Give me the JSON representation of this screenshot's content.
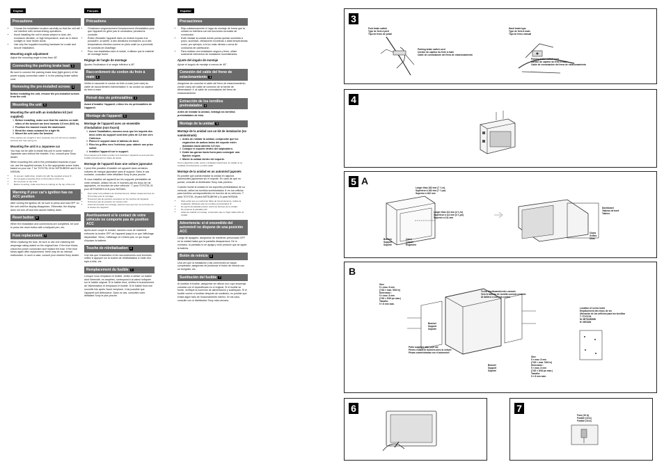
{
  "english": {
    "lang": "English",
    "precautions": {
      "title": "Precautions",
      "items": [
        "Choose the installation location carefully so that the unit will not interfere with normal driving operations.",
        "Avoid installing the unit in areas subject to dust, dirt, excessive vibration, or high temperature, such as in direct sunlight or near heater ducts.",
        "Use only the supplied mounting hardware for a safe and secure installation."
      ]
    },
    "angle": {
      "title": "Mounting angle adjustment",
      "text": "Adjust the mounting angle to less than 45°."
    },
    "parking": {
      "title": "Connecting the parking brake lead",
      "num": "3",
      "text": "Be sure to connect the parking brake lead (light green) of the power supply connection cable ④ to the parking brake switch cord."
    },
    "removing": {
      "title": "Removing the pre-installed screws",
      "num": "4",
      "text": "Before installing the unit, remove the pre-installed screws from the unit."
    },
    "mounting": {
      "title": "Mounting the unit",
      "num": "5",
      "subA": "Mounting the unit with an installation kit (not supplied)",
      "stepsA": [
        "Before installing, make sure that the catches on both sides of the bracket are bent inwards 3.5 mm (5/32 in).",
        "Position the bracket inside the dashboard.",
        "Bend the claws outward for a tight fit.",
        "Mount the unit onto the bracket."
      ],
      "noteA": "If the catches are straight or bent outwards, the unit will not be installed securely and may spring out.",
      "subB": "Mounting the unit in a Japanese car",
      "textB": "You may not be able to install this unit in some makes of Japanese cars without the bracket. If so, consult your Sony dealer.",
      "textB2": "When mounting this unit to the preinstalled brackets of your car, use the supplied screws ⑥ in the appropriate screw holes, based on your car: T for TOYOTA, M for MITSUBISHI and N for NISSAN.",
      "notesB": [
        "To prevent malfunction, install only with the supplied screws ⑥.",
        "Do not apply excessive force to the buttons of the unit.",
        "Do not press on the LCD.",
        "Before mounting, make sure there is nothing on the top of the unit."
      ]
    },
    "acc": {
      "title": "Warning if your car's ignition has no ACC position",
      "text": "After turning the ignition off, be sure to press and hold OFF on the unit until the display disappears. Otherwise, the display does not turn off and this causes battery drain."
    },
    "reset": {
      "title": "Reset button",
      "num": "6",
      "text": "When the installation and connections are completed, be sure to press the reset button with a ballpoint pen, etc."
    },
    "fuse": {
      "title": "Fuse replacement",
      "num": "7",
      "text": "When replacing the fuse, be sure to use one matching the amperage rating stated on the original fuse. If the fuse blows, check the power connection and replace the fuse. If the fuse blows again after replacement, there may be an internal malfunction. In such a case, consult your nearest Sony dealer."
    }
  },
  "francais": {
    "lang": "Français",
    "precautions": {
      "title": "Précautions",
      "items": [
        "Choisissez soigneusement l'emplacement d'installation pour que l'appareil ne gêne pas le conducteur pendant la conduite.",
        "Évitez d'installer l'appareil dans un endroit exposé à la poussière, la saleté, à des vibrations excessives ou à des températeurs élevées comme en plein soleil ou à proximité de conduits de chauffage.",
        "Pour une installation sûre et solide, n'utilisez que le matériel de montage fourni."
      ]
    },
    "angle": {
      "title": "Réglage de l'angle de montage",
      "text": "Ajustez l'inclinaison à un angle inférieur à 45°."
    },
    "parking": {
      "title": "Raccordement du cordon du frein à main",
      "num": "3",
      "text": "Veillez à raccorder le cordon du frein à main (vert clair) du câble de raccordement d'alimentation ④ au cordon du capteur du frein à main."
    },
    "removing": {
      "title": "Retrait des vis préinstallées",
      "num": "4",
      "text": "Avant d'installer l'appareil, retirez les vis préinstallées de l'appareil."
    },
    "mounting": {
      "title": "Montage de l'appareil",
      "num": "5",
      "subA": "Montage de l'appareil avec un ensemble d'installation (non fourni)",
      "stepsA": [
        "Avant l'installation, assurez-vous que les loquets des deux côtés du support sont bien pliés de 3,5 mm vers l'intérieur.",
        "Placez le support dans le tableau de bord.",
        "Pliez les griffes vers l'extérieur pour obtenir une prise solide.",
        "Installez l'appareil sur le support."
      ],
      "noteA": "Si les loquets sont droits ou pliés vers l'extérieur, l'appareil ne peut pas être installé correctement et risque de sauter.",
      "subB": "Montage de l'appareil dans une voiture japonaise",
      "textB": "Il peut être possible d'installer cet appareil dans certaines voitures de marque japonaise sans le support. Dans le cas contraire, consultez votre détaillant Sony le plus proche.",
      "textB2": "Si vous installez cet appareil sur les supports préinstallés de votre véhicule, utilisez les vis ⑥ fournies par les trous de vis appropriés, en fonction de votre véhicule : T pour TOYOTA, M pour MITSUBISHI et N pour NISSAN.",
      "notesB": [
        "Pour éviter tout problème de fonctionnement, utilisez uniquement les vis ⑥ fournies pour le montage.",
        "N'exercez pas de pression excessive sur les touches de l'appareil.",
        "N'exercez pas de pression sur l'écran LCD.",
        "Avant de procéder au montage, assurez-vous que rien ne se trouve sur le dessus de l'appareil."
      ]
    },
    "acc": {
      "title": "Avertissement si le contact de votre véhicule ne comporte pas de position ACC",
      "text": "Après avoir coupé le contact, assurez-vous de maintenir enfoncée la touche OFF de l'appareil jusqu'à ce que l'affichage disparaisse. Sinon, l'affichage ne s'éteint pas, ce qui risque d'épuiser la batterie."
    },
    "reset": {
      "title": "Touche de réinitialisation",
      "num": "6",
      "text": "Une fois que l'installation et les raccordements sont terminés, veillez à appuyer sur la touche de réinitialisation à l'aide d'un stylo à bille, etc."
    },
    "fuse": {
      "title": "Remplacement du fusible",
      "num": "7",
      "text": "Lorsque vous remplacez le fusible, veillez à utiliser un fusible dont l'intensité, en ampères, correspond à la valeur indiquée sur le fusible original. Si le fusible fond, vérifiez le branchement de l'alimentation et remplacez le fusible. Si le fusible fond une nouvelle fois après l'avoir remplacé, il est possible que l'appareil soit défectueux. Dans ce cas, consultez votre détaillant Sony le plus proche."
    }
  },
  "espanol": {
    "lang": "Español",
    "precautions": {
      "title": "Precauciones",
      "items": [
        "Elija cuidadosamente el lugar de montaje de forma que la unidad no interfiera con las funciones normales de conducción.",
        "Evite instalar la unidad donde pueda quedar sometida a polvo, suciedad, vibraciones excesivas o altas temperaturas como, por ejemplo, a la luz solar directa o cerca de conductos de calefacción.",
        "Para realizar una instalación segura y firme, utilice solamente elementos de instalación suministrados."
      ]
    },
    "angle": {
      "title": "Ajuste del ángulo de montaje",
      "text": "Ajuste el ángulo de montaje a menos de 45°."
    },
    "parking": {
      "title": "Conexión del cable del freno de estacionamiento",
      "num": "3",
      "text": "Asegúrese de conectar el cable del freno de estacionamiento (verde claro) del cable de conexión de la fuente de alimentación ④ al cable de conmutación del freno de estacionamiento."
    },
    "removing": {
      "title": "Extracción de los tornillos preinstalados",
      "num": "4",
      "text": "Antes de instalar la unidad, extraiga los tornillos preinstalados de ésta."
    },
    "mounting": {
      "title": "Montaje de la unidad",
      "num": "5",
      "subA": "Montaje de la unidad con un kit de instalación (no suministrado)",
      "stepsA": [
        "Antes de realizar la unidad, compruebe que los enganches de ambos lados del soporte estén doblados hacia adentro 3,5 mm.",
        "Coloque el soporte dentro del salpicadero.",
        "Doble las garras hacia fuera para conseguir una fijación segura.",
        "Monte la unidad dentro del soporte."
      ],
      "noteA": "Si los enganches están rectos o doblados hacia fuera, la unidad no se instalará correctamente y podría saltar.",
      "subB": "Montaje de la unidad en un automóvil japonés",
      "textB": "Es posible que pueda instalar la unidad en algunos automóviles japoneses sin el soporte. En caso de que no pueda, consulte al distribuidor Sony más próximo.",
      "textB2": "Cuando monte la unidad en los soportes preinstalados de su vehículo, utilice los tornillos suministrados ⑥ en los orificios para tornillos correspondientes en función de su vehículo: T para TOYOTA, M para MITSUBISHI y N para NISSAN.",
      "notesB": [
        "Para evitar que se produzcan fallos de funcionamiento, realice la instalación utilizando sólo los tornillos suministrados ⑥.",
        "No ejerza demasiada presión sobre los botones de la unidad.",
        "No presione la pantalla LCD.",
        "Antes de realizar el montaje, compruebe que no haya nada sobre la unidad."
      ]
    },
    "acc": {
      "title": "Advertencia: si el encendido del automóvil no dispone de una posición ACC",
      "text": "Luego de apagarlo, asegúrese de mantener presionado OFF en la unidad hasta que la pantalla desaparezca. De lo contrario, la pantalla no se apaga y esto produce que se agote la batería."
    },
    "reset": {
      "title": "Botón de reinicio",
      "num": "6",
      "text": "Una vez que la instalación y las conexiones se hayan completado, asegúrese de presionar el botón de reinicio con un bolígrafo, etc."
    },
    "fuse": {
      "title": "Sustitución del fusible",
      "num": "7",
      "text": "Al sustituir el fusible, asegúrese de utilizar uno cuyo amperaje coincida con el especificado en el original. Si el fusible se funde, verifique la conexión de alimentación y sustitúyalo. Si el fusible vuelve a fundirse después de sustituirlo, es posible que exista algún fallo de funcionamiento interno. En tal caso, consulte con el distribuidor Sony más cercano."
    }
  },
  "fig3": {
    "num": "3",
    "foot_switch": "Foot brake switch\nType de frein à pied\nTipo de freno de pedal",
    "hand_brake": "Hand brake type\nType de frein à main\nTipo de freno manual",
    "switch_cord1": "Parking brake switch cord\nCordon du capteur du frein à main\nCable de conmutación del freno de estacionamiento",
    "switch_cord2": "Parking brake switch cord\nCordon du capteur du frein à main\nCable de conmutación del freno de estacionamiento"
  },
  "fig4": {
    "num": "4"
  },
  "fig5a": {
    "num": "5",
    "letter": "A",
    "dims1": "Larger than 182 mm (7 ¼ in)\nSupérieur à 182 mm (7 ¼ po)\nSuperior a 182 mm",
    "dims2": "Larger than 111 mm (4 ⅜ in)\nSupérieur à 111 mm (4 ⅜ po)\nSuperior a 111 mm",
    "bracket": "Bracket\nSupport\nSoporte",
    "catch": "Catch\nLoquet\nEnganche",
    "dashboard": "Dashboard\nTableau de bord\nTablero",
    "claws": "Claws\nGriffes\nUñas"
  },
  "fig5b": {
    "letter": "B",
    "size1": "Size:\n5 × max. 8 mm\n(7/32 × max. 5/16 in)\nDimension :\n5 × max. 8 mm\n(7/32 × 5/16 po max.)\nTamaño:\n5 × 8 mm máx.",
    "dashboard": "To the dashboard/center console\nVers le tableau de bord/la console centrale\nAl tablero o consola central",
    "bracket1": "Bracket\nSupport\nSoporte",
    "parts": "Parts supplied with your car\nPièces en/autres fournies avec la voiture\nPiezas suministradas con el automóvil",
    "bracket2": "Bracket\nSupport\nSoporte",
    "size2": "Size:\n5 × max. 8 mm\n(7/32 × max. 5/16 in)\nDimension :\n5 × max. 8 mm\n(7/32 × 5/16 po max.)\nTamaño:\n5 × 8 mm máx.",
    "location": "Location of screw holes\nEmplacement des trous de vis\nUbicación de los orificios para los tornillos\nT: TOYOTA\nM: MITSUBISHI\nN: NISSAN"
  },
  "fig6": {
    "num": "6"
  },
  "fig7": {
    "num": "7",
    "fuse": "Fuse (10 A)\nFusible (10 A)\nFusible (10 A)"
  }
}
